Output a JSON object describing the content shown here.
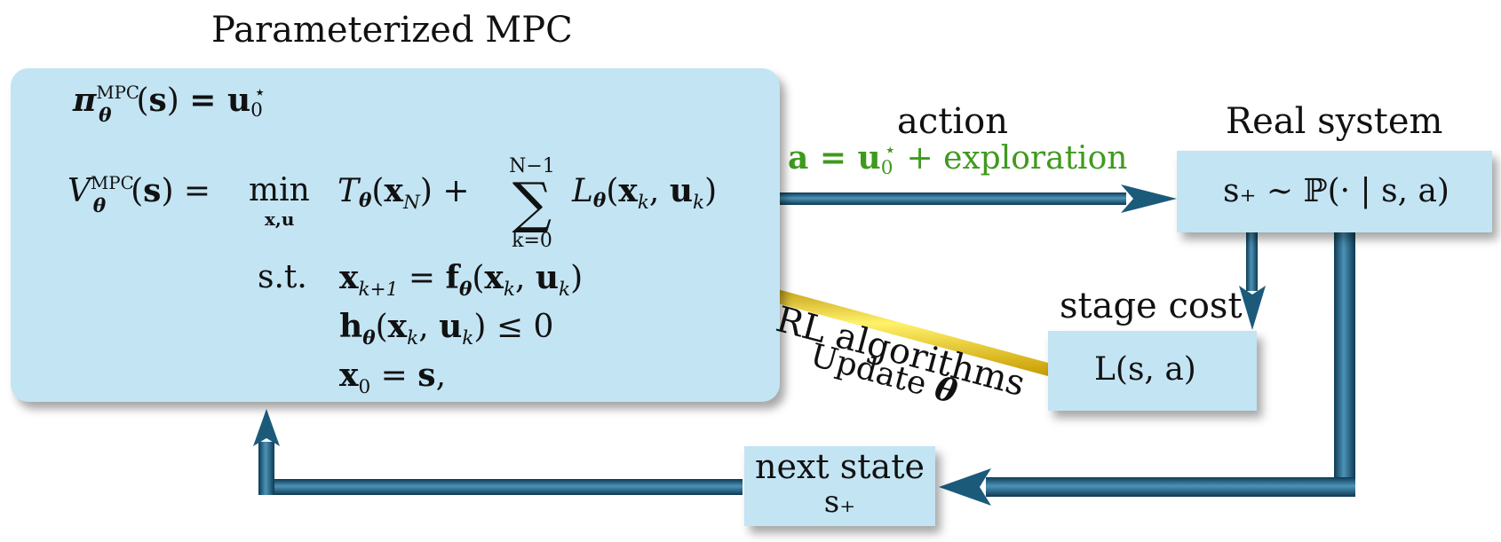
{
  "titles": {
    "mpc": "Parameterized MPC",
    "real_system": "Real system",
    "action": "action",
    "stage_cost": "stage cost",
    "next_state": "next state",
    "next_state_symbol": "s₊"
  },
  "mpc": {
    "policy_lhs": "π",
    "policy_rhs": "= u",
    "value_lhs": "V",
    "min": "min",
    "min_sub": "x,u",
    "objective_terminal": "T",
    "sum_upper": "N−1",
    "sum_lower": "k=0",
    "objective_stage": "L",
    "st": "s.t.",
    "dynamics": "x",
    "constraint": "h",
    "initial": "x",
    "superscript": "MPC"
  },
  "arrows": {
    "action_formula": "a = u",
    "action_exploration": "+ exploration",
    "rl_label": "RL algorithms",
    "update_label": "Update"
  },
  "real_system": {
    "formula": "s₊ ∼ ℙ(· | s, a)"
  },
  "stage_cost_box": {
    "formula": "L(s, a)"
  },
  "colors": {
    "box": "#c3e4f3",
    "arrow_blue": "#1c5a7a",
    "arrow_gold": "#f0c419",
    "green": "#3f9a1e"
  }
}
